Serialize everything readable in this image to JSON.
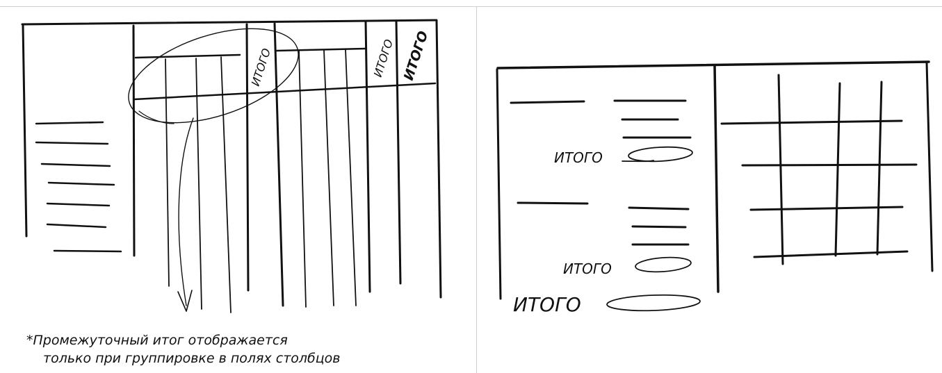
{
  "left_panel": {
    "rotated_labels": [
      "ИТОГО",
      "ИТОГО",
      "ИТОГО"
    ],
    "footnote_line1": "*Промежуточный итог отображается",
    "footnote_line2": "только при группировке в полях столбцов"
  },
  "right_panel": {
    "subtotal_label_1": "ИТОГО",
    "subtotal_label_2": "ИТОГО",
    "grand_total_label": "ИТОГО"
  },
  "colors": {
    "ink": "#111111",
    "frame": "#cfcfcf",
    "background": "#ffffff"
  }
}
